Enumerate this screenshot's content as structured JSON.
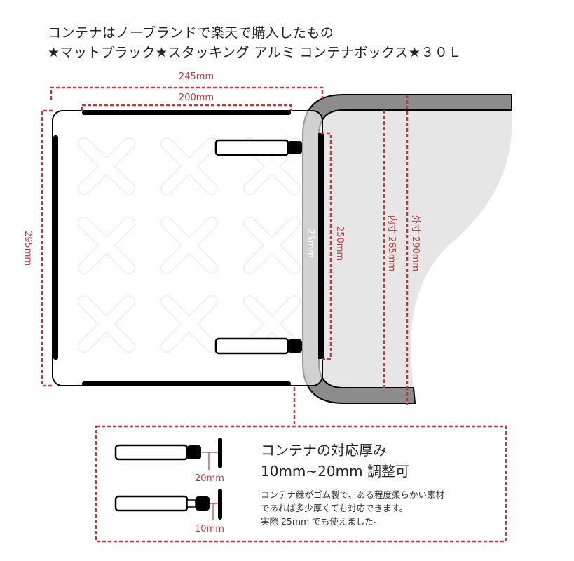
{
  "title": {
    "line1": "コンテナはノーブランドで楽天で購入したもの",
    "line2": "★マットブラック★スタッキング アルミ コンテナボックス★３０Ｌ"
  },
  "dimensions": {
    "outer_width": "245mm",
    "bar_width": "200mm",
    "outer_depth": "295mm",
    "rim_thickness": "25mm",
    "bar_depth": "250mm",
    "inner_size": "内寸 265mm",
    "outer_size": "外寸 290mm"
  },
  "info": {
    "heading1": "コンテナの対応厚み",
    "heading2": "10mm~20mm 調整可",
    "desc1": "コンテナ縁がゴム製で、ある程度柔らかい素材",
    "desc2": "であれば多少厚くても対応できます。",
    "desc3": "実際 25mm でも使えました。",
    "label_20": "20mm",
    "label_10": "10mm"
  },
  "colors": {
    "accent": "#c0393b",
    "rim": "#8c8c8c",
    "container": "#e6e6e6"
  }
}
